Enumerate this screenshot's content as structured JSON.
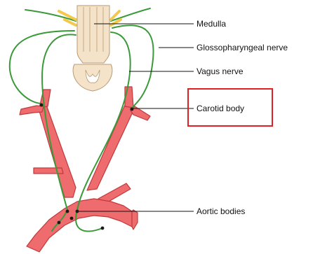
{
  "labels": {
    "medulla": "Medulla",
    "glossopharyngeal": "Glossopharyngeal nerve",
    "vagus": "Vagus nerve",
    "carotid_body": "Carotid body",
    "aortic_bodies": "Aortic bodies"
  },
  "highlighted_label": "carotid_body",
  "colors": {
    "artery_fill": "#ee6b6e",
    "artery_stroke": "#c0393d",
    "nerve": "#3a9a3a",
    "medulla_fill": "#f4e3c8",
    "medulla_stroke": "#b89a74",
    "nerve_root": "#f2c94c",
    "highlight_box": "#e02020",
    "leader_line": "#111111"
  }
}
